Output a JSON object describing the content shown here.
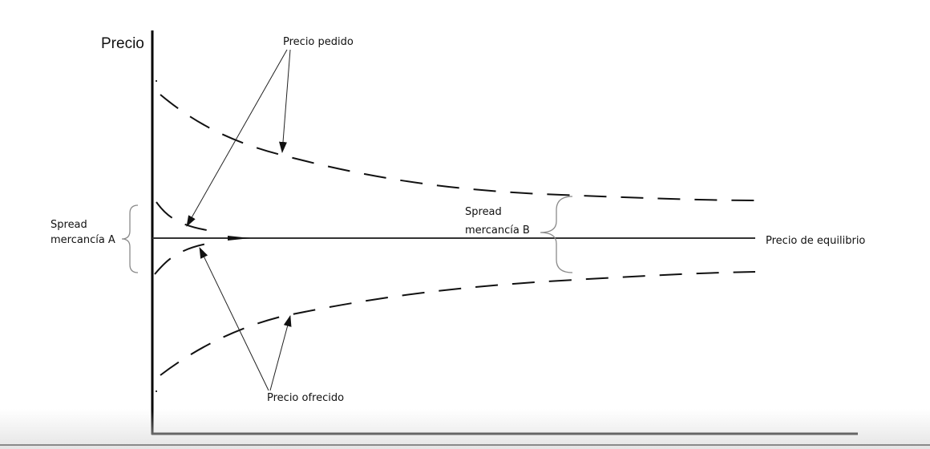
{
  "axis": {
    "y_title": "Precio"
  },
  "curves": {
    "asked_price": {
      "label": "Precio pedido"
    },
    "offered_price": {
      "label": "Precio ofrecido"
    },
    "equilibrium": {
      "label": "Precio de equilibrio"
    }
  },
  "spreads": {
    "commodity_a": {
      "line1": "Spread",
      "line2": "mercancía A"
    },
    "commodity_b": {
      "line1": "Spread",
      "line2": "mercancía B"
    }
  },
  "colors": {
    "ink": "#111111",
    "brace": "#8a8a8a",
    "axis": "#000000"
  }
}
